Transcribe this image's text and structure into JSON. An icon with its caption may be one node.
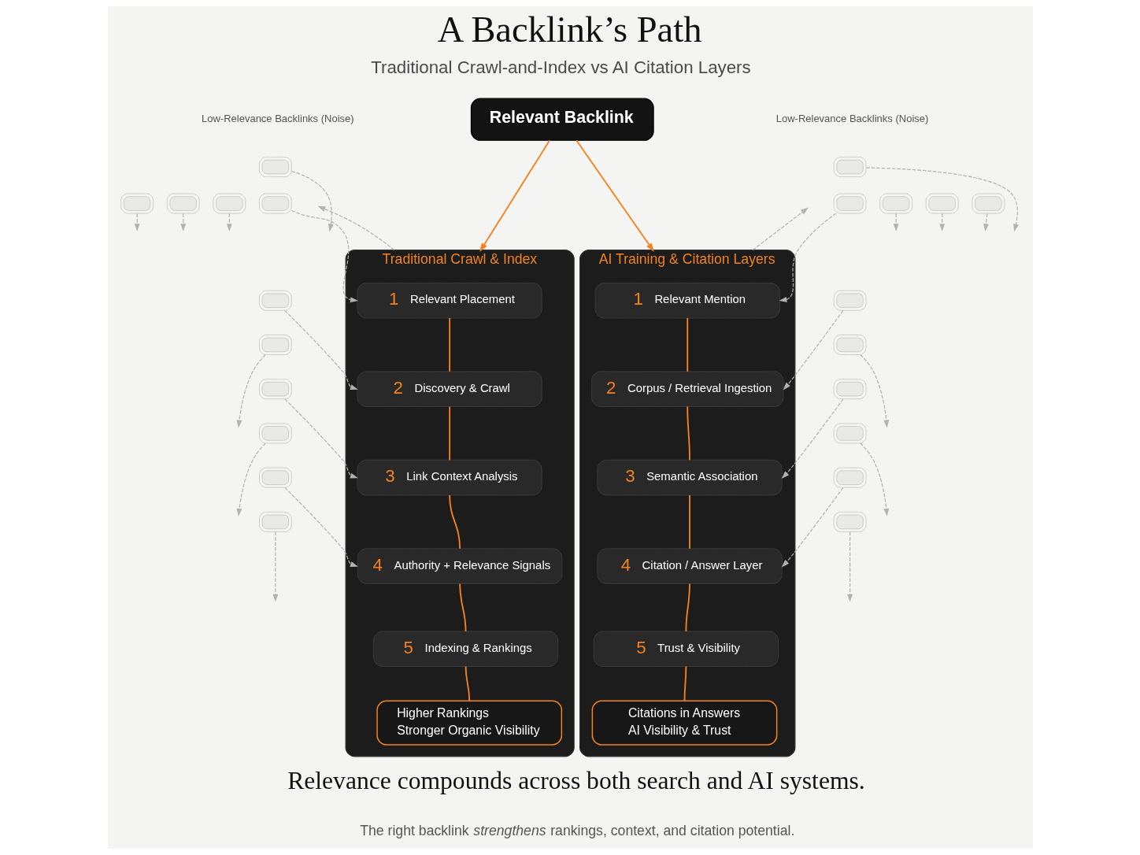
{
  "diagram": {
    "title": "A Backlink’s Path",
    "caption": "Relevance compounds across both search and AI systems.",
    "nodes": [
      {
        "text": [
          "Relevant Backlink"
        ]
      },
      {
        "text": [
          "Traditional Crawl & Index"
        ]
      },
      {
        "text": [
          "1",
          "Relevant Placement"
        ],
        "in": 1
      },
      {
        "text": [
          "2",
          "Discovery & Crawl"
        ],
        "in": 1
      },
      {
        "text": [
          "3",
          "Link Context Analysis"
        ],
        "in": 1
      },
      {
        "text": [
          "4",
          "Authority + Relevance Signals"
        ],
        "in": 1
      },
      {
        "text": [
          "5",
          "Indexing & Rankings"
        ],
        "in": 1
      },
      {
        "text": [
          "Higher Rankings",
          "Stronger Organic Visibility"
        ],
        "in": 1
      },
      {
        "text": [
          "AI Training & Citation Layers"
        ]
      },
      {
        "text": [
          "1",
          "Relevant Mention"
        ],
        "in": 8
      },
      {
        "text": [
          "2",
          "Corpus / Retrieval Ingestion"
        ],
        "in": 8
      },
      {
        "text": [
          "3",
          "Semantic Association"
        ],
        "in": 8
      },
      {
        "text": [
          "4",
          "Citation / Answer Layer"
        ],
        "in": 8
      },
      {
        "text": [
          "5",
          "Trust & Visibility"
        ],
        "in": 8
      },
      {
        "text": [
          "Citations in Answers",
          "AI Visibility & Trust"
        ],
        "in": 8
      },
      {
        "text": [],
        "shape": "picture"
      },
      {
        "text": [],
        "shape": "picture"
      },
      {
        "text": [],
        "shape": "picture"
      },
      {
        "text": [],
        "shape": "picture"
      },
      {
        "text": [],
        "shape": "picture"
      },
      {
        "text": [],
        "shape": "picture"
      },
      {
        "text": [],
        "shape": "picture"
      },
      {
        "text": [],
        "shape": "picture"
      },
      {
        "text": [],
        "shape": "picture"
      },
      {
        "text": [],
        "shape": "picture"
      },
      {
        "text": [],
        "shape": "picture"
      },
      {
        "text": [],
        "shape": "picture"
      },
      {
        "text": [],
        "shape": "picture"
      },
      {
        "text": [],
        "shape": "picture"
      },
      {
        "text": [],
        "shape": "picture"
      },
      {
        "text": [],
        "shape": "picture"
      },
      {
        "text": [],
        "shape": "picture"
      },
      {
        "text": [],
        "shape": "picture"
      },
      {
        "text": [],
        "shape": "picture"
      },
      {
        "text": [],
        "shape": "picture"
      },
      {
        "text": [],
        "shape": "picture"
      },
      {
        "text": [],
        "shape": "picture"
      }
    ],
    "edges": [
      {
        "from": 0,
        "to": 1,
        "arrow": "to",
        "color": "#f5821f"
      },
      {
        "from": 0,
        "to": 8,
        "arrow": "to",
        "color": "#f5821f"
      },
      {
        "from": 2,
        "to": 3,
        "arrow": "none",
        "color": "#f5821f"
      },
      {
        "from": 3,
        "to": 4,
        "arrow": "none",
        "color": "#f5821f"
      },
      {
        "from": 4,
        "to": 5,
        "arrow": "none",
        "color": "#f5821f"
      },
      {
        "from": 5,
        "to": 6,
        "arrow": "none",
        "color": "#f5821f"
      },
      {
        "from": 6,
        "to": 7,
        "arrow": "none",
        "color": "#f5821f"
      },
      {
        "from": 9,
        "to": 10,
        "arrow": "none",
        "color": "#f5821f"
      },
      {
        "from": 10,
        "to": 11,
        "arrow": "none",
        "color": "#f5821f"
      },
      {
        "from": 11,
        "to": 12,
        "arrow": "none",
        "color": "#f5821f"
      },
      {
        "from": 12,
        "to": 13,
        "arrow": "none",
        "color": "#f5821f"
      },
      {
        "from": 13,
        "to": 14,
        "arrow": "none",
        "color": "#f5821f"
      },
      {
        "from": 1,
        "to": null,
        "arrow": "to",
        "style": "dashed"
      },
      {
        "from": 15,
        "to": null,
        "arrow": "to",
        "style": "dashed"
      },
      {
        "from": 16,
        "to": 2,
        "arrow": "to",
        "style": "dashed"
      },
      {
        "from": 17,
        "to": null,
        "arrow": "to",
        "style": "dashed"
      },
      {
        "from": 18,
        "to": null,
        "arrow": "to",
        "style": "dashed"
      },
      {
        "from": 19,
        "to": null,
        "arrow": "to",
        "style": "dashed"
      },
      {
        "from": 20,
        "to": 3,
        "arrow": "to",
        "style": "dashed"
      },
      {
        "from": 21,
        "to": null,
        "arrow": "to",
        "style": "dashed"
      },
      {
        "from": 22,
        "to": 4,
        "arrow": "to",
        "style": "dashed"
      },
      {
        "from": 23,
        "to": null,
        "arrow": "to",
        "style": "dashed"
      },
      {
        "from": 24,
        "to": 5,
        "arrow": "to",
        "style": "dashed"
      },
      {
        "from": 25,
        "to": null,
        "arrow": "to",
        "style": "dashed"
      },
      {
        "from": 8,
        "to": null,
        "arrow": "to",
        "style": "dashed"
      },
      {
        "from": 26,
        "to": null,
        "arrow": "to",
        "style": "dashed"
      },
      {
        "from": 27,
        "to": 9,
        "arrow": "to",
        "style": "dashed"
      },
      {
        "from": 28,
        "to": null,
        "arrow": "to",
        "style": "dashed"
      },
      {
        "from": 29,
        "to": null,
        "arrow": "to",
        "style": "dashed"
      },
      {
        "from": 30,
        "to": null,
        "arrow": "to",
        "style": "dashed"
      },
      {
        "from": 31,
        "to": 10,
        "arrow": "to",
        "style": "dashed"
      },
      {
        "from": 32,
        "to": null,
        "arrow": "to",
        "style": "dashed"
      },
      {
        "from": 33,
        "to": 11,
        "arrow": "to",
        "style": "dashed"
      },
      {
        "from": 34,
        "to": null,
        "arrow": "to",
        "style": "dashed"
      },
      {
        "from": 35,
        "to": 12,
        "arrow": "to",
        "style": "dashed"
      },
      {
        "from": 36,
        "to": null,
        "arrow": "to",
        "style": "dashed"
      }
    ],
    "labels": [
      "Traditional Crawl-and-Index vs AI Citation Layers",
      "Low-Relevance Backlinks (Noise)",
      "Low-Relevance Backlinks (Noise)",
      "The right backlink *strengthens* rankings, context, and citation potential."
    ]
  }
}
